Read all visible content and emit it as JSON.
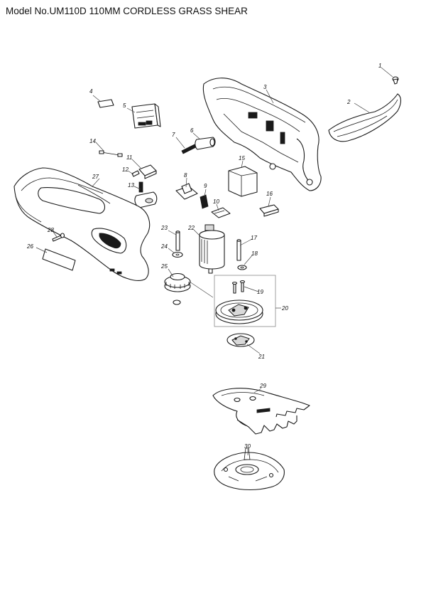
{
  "title": "Model No.UM110D 110MM CORDLESS GRASS SHEAR",
  "parts": [
    {
      "id": "1",
      "label": "1"
    },
    {
      "id": "2",
      "label": "2"
    },
    {
      "id": "3",
      "label": "3"
    },
    {
      "id": "4",
      "label": "4"
    },
    {
      "id": "5",
      "label": "5"
    },
    {
      "id": "6",
      "label": "6"
    },
    {
      "id": "7",
      "label": "7"
    },
    {
      "id": "8",
      "label": "8"
    },
    {
      "id": "9",
      "label": "9"
    },
    {
      "id": "10",
      "label": "10"
    },
    {
      "id": "11",
      "label": "11"
    },
    {
      "id": "12",
      "label": "12"
    },
    {
      "id": "13",
      "label": "13"
    },
    {
      "id": "14",
      "label": "14"
    },
    {
      "id": "15",
      "label": "15"
    },
    {
      "id": "16",
      "label": "16"
    },
    {
      "id": "17",
      "label": "17"
    },
    {
      "id": "18",
      "label": "18"
    },
    {
      "id": "19",
      "label": "19"
    },
    {
      "id": "20",
      "label": "20"
    },
    {
      "id": "21",
      "label": "21"
    },
    {
      "id": "22",
      "label": "22"
    },
    {
      "id": "23",
      "label": "23"
    },
    {
      "id": "24",
      "label": "24"
    },
    {
      "id": "25",
      "label": "25"
    },
    {
      "id": "26",
      "label": "26"
    },
    {
      "id": "27",
      "label": "27"
    },
    {
      "id": "28",
      "label": "28"
    },
    {
      "id": "29",
      "label": "29"
    },
    {
      "id": "30",
      "label": "30"
    }
  ]
}
